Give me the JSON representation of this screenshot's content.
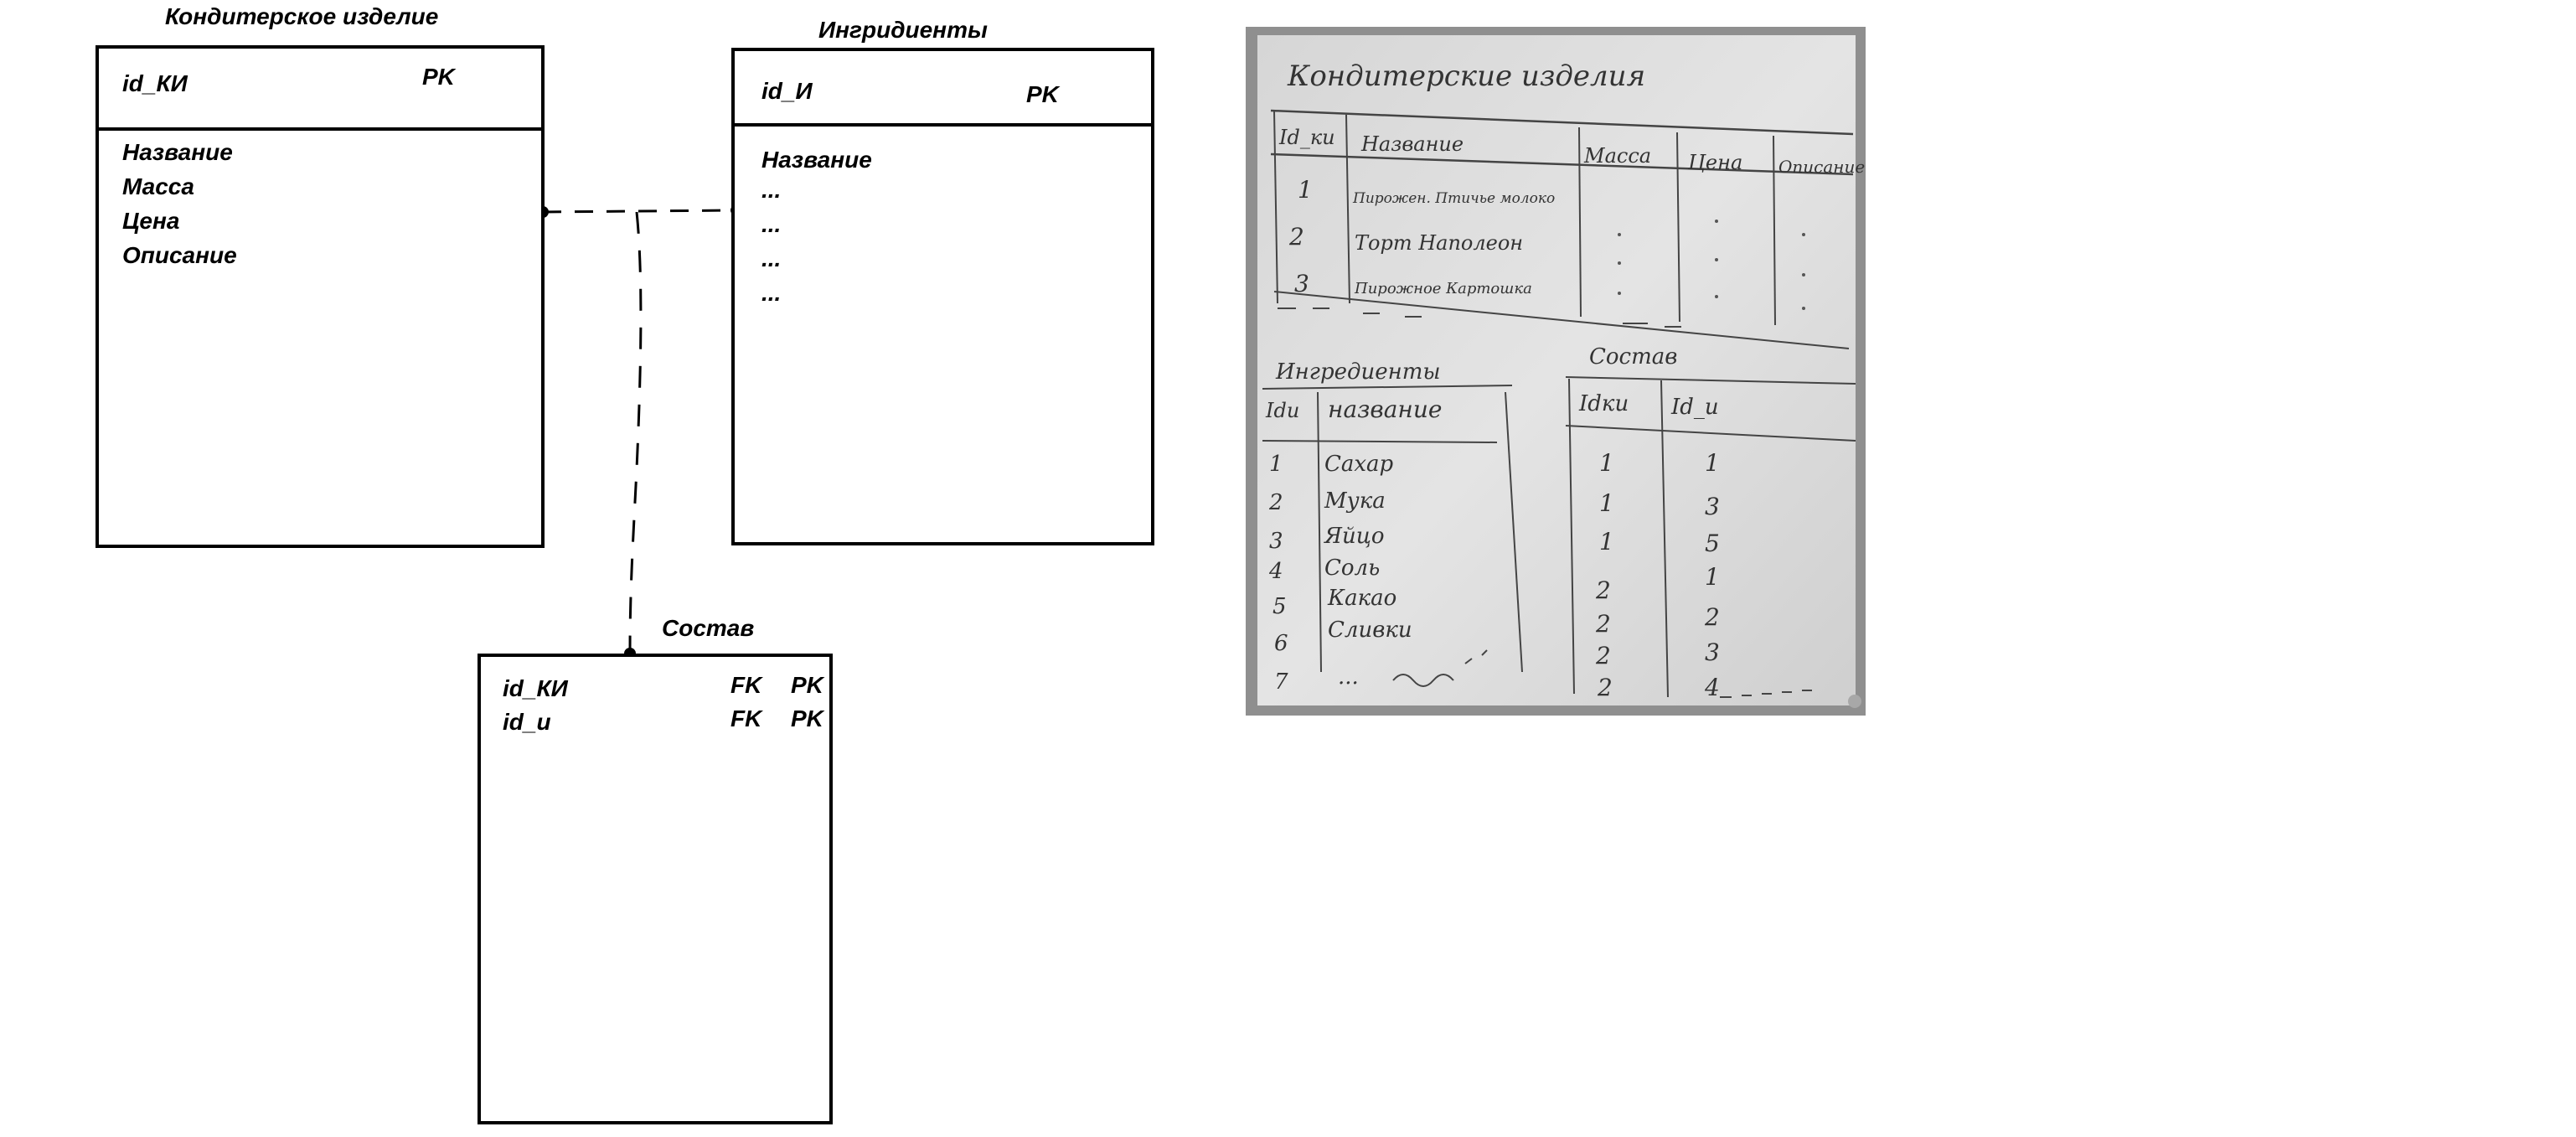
{
  "diagram": {
    "entities": {
      "konditer": {
        "title": "Кондитерское изделие",
        "pk_field": "id_КИ",
        "pk_tag": "PK",
        "attributes": [
          "Название",
          "Масса",
          "Цена",
          "Описание"
        ]
      },
      "ingredients": {
        "title": "Ингридиенты",
        "pk_field": "id_И",
        "pk_tag": "PK",
        "attributes": [
          "Название",
          "...",
          "...",
          "...",
          "..."
        ]
      },
      "sostav": {
        "title": "Состав",
        "keys": [
          {
            "field": "id_КИ",
            "fk": "FK",
            "pk": "PK"
          },
          {
            "field": "id_u",
            "fk": "FK",
            "pk": "PK"
          }
        ]
      }
    }
  },
  "whiteboard": {
    "heading": "Кондитерские изделия",
    "products_table": {
      "headers": [
        "Id_ки",
        "Название",
        "Масса",
        "Цена",
        "Описание"
      ],
      "rows": [
        [
          "1",
          "Пирожен. Птичье молоко"
        ],
        [
          "2",
          "Торт Наполеон"
        ],
        [
          "3",
          "Пирожное Картошка"
        ]
      ]
    },
    "ingredients_table": {
      "title": "Ингредиенты",
      "headers": [
        "Idи",
        "название"
      ],
      "rows": [
        [
          "1",
          "Сахар"
        ],
        [
          "2",
          "Мука"
        ],
        [
          "3",
          "Яйцо"
        ],
        [
          "4",
          "Соль"
        ],
        [
          "5",
          "Какао"
        ],
        [
          "6",
          "Сливки"
        ],
        [
          "7",
          "..."
        ]
      ]
    },
    "composition_table": {
      "title": "Состав",
      "headers": [
        "Idки",
        "Id_и"
      ],
      "rows": [
        [
          "1",
          "1"
        ],
        [
          "1",
          "3"
        ],
        [
          "1",
          "5"
        ],
        [
          "2",
          "1"
        ],
        [
          "2",
          "2"
        ],
        [
          "2",
          "3"
        ],
        [
          "2",
          "4"
        ]
      ]
    }
  }
}
